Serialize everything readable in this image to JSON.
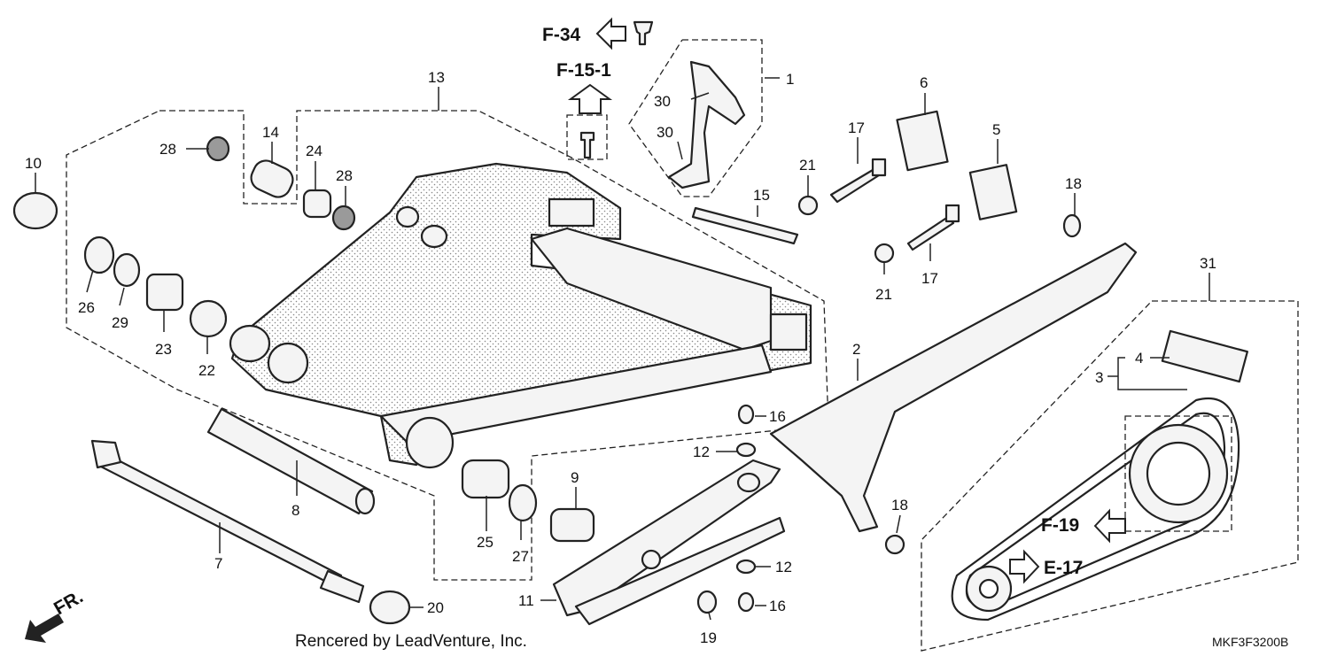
{
  "callouts": {
    "n1": "1",
    "n2": "2",
    "n3": "3",
    "n4": "4",
    "n5": "5",
    "n6": "6",
    "n7": "7",
    "n8": "8",
    "n9": "9",
    "n10": "10",
    "n11": "11",
    "n12": "12",
    "n13": "13",
    "n14": "14",
    "n15": "15",
    "n16": "16",
    "n17": "17",
    "n18": "18",
    "n19": "19",
    "n20": "20",
    "n21": "21",
    "n22": "22",
    "n23": "23",
    "n24": "24",
    "n25": "25",
    "n26": "26",
    "n27": "27",
    "n28": "28",
    "n29": "29",
    "n30": "30",
    "n31": "31"
  },
  "references": {
    "f34": "F-34",
    "f15_1": "F-15-1",
    "f19": "F-19",
    "e17": "E-17",
    "front": "FR."
  },
  "footer": {
    "credit": "Rencered by LeadVenture, Inc.",
    "code": "MKF3F3200B"
  }
}
